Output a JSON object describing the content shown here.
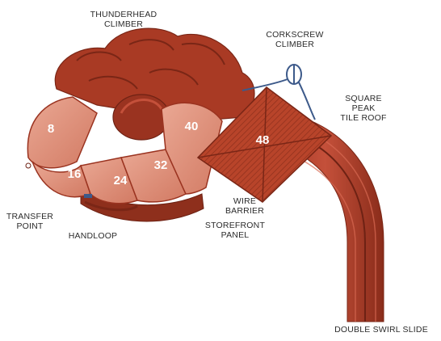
{
  "labels": {
    "thunderhead_climber": "THUNDERHEAD\nCLIMBER",
    "corkscrew_climber": "CORKSCREW\nCLIMBER",
    "square_peak_tile_roof": "SQUARE\nPEAK\nTILE ROOF",
    "transfer_point": "TRANSFER\nPOINT",
    "handloop": "HANDLOOP",
    "wire_barrier": "WIRE\nBARRIER",
    "storefront_panel": "STOREFRONT\nPANEL",
    "double_swirl_slide": "DOUBLE SWIRL SLIDE"
  },
  "deck_heights": [
    "8",
    "16",
    "24",
    "32",
    "40",
    "48"
  ],
  "colors": {
    "structure": "#b8442a",
    "structure_dark": "#8e2f1c",
    "deck_light": "#e39a86",
    "deck_mid": "#d9826b",
    "climber_top": "#a93a24",
    "corkscrew_line": "#3d5a8a"
  }
}
